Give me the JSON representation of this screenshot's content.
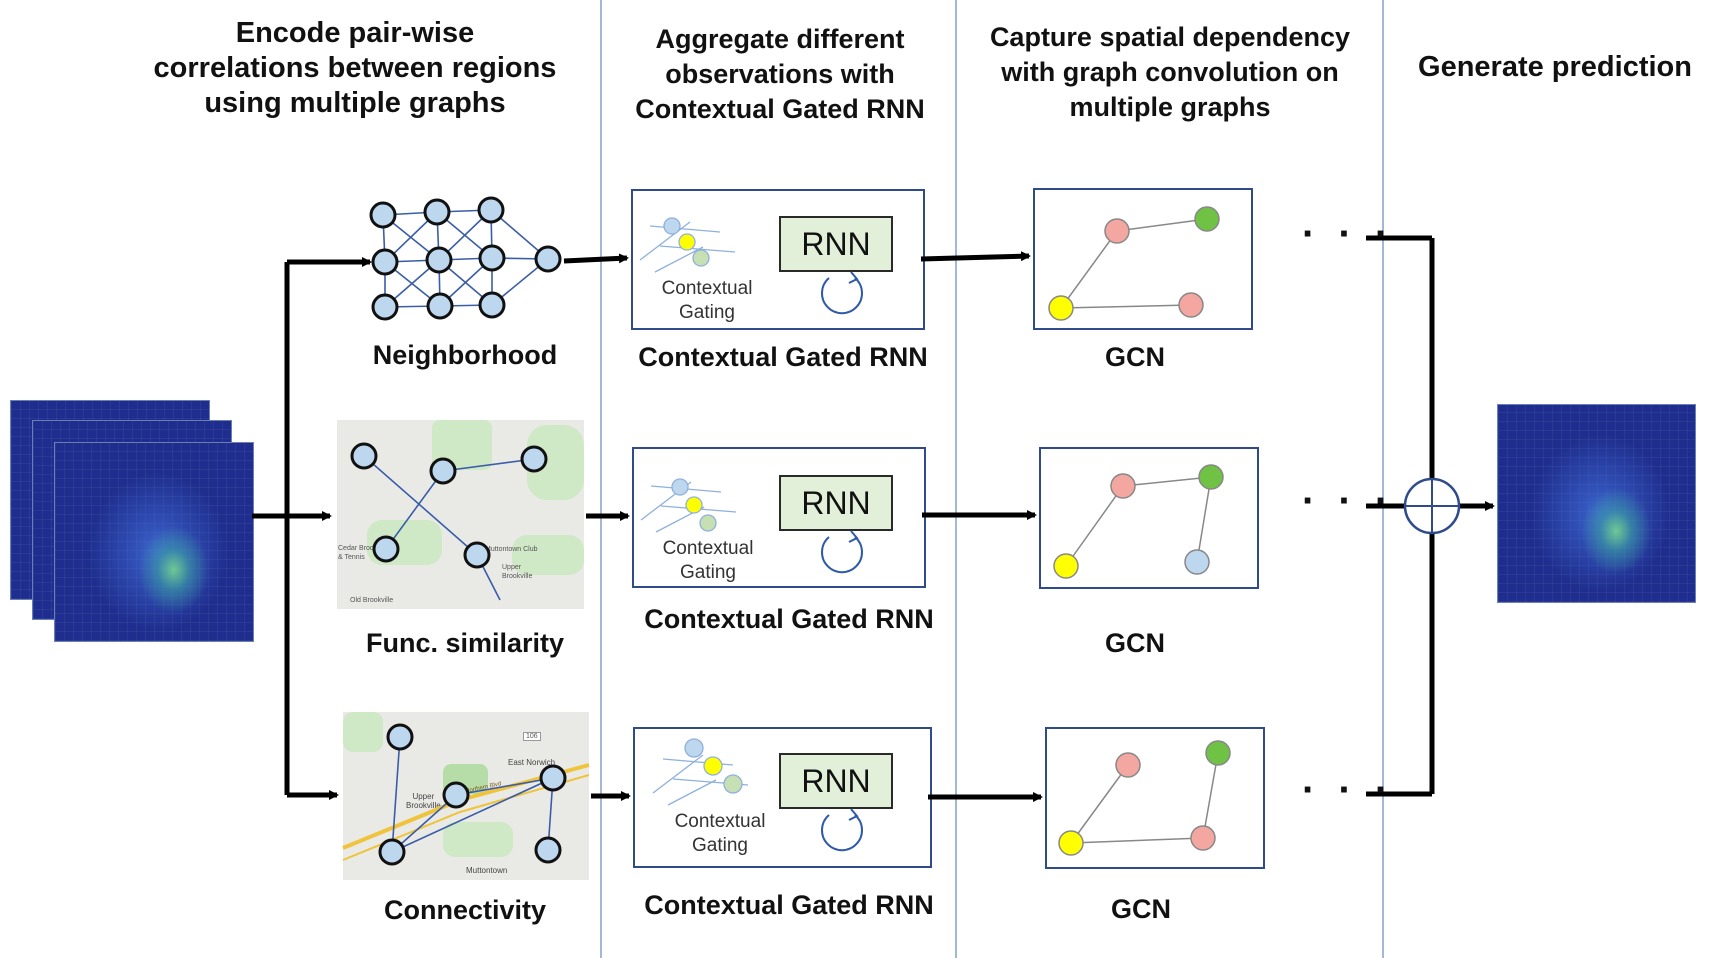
{
  "headers": {
    "encode": "Encode pair-wise\ncorrelations between regions\nusing multiple graphs",
    "aggregate": "Aggregate different\nobservations with\nContextual Gated RNN",
    "capture": "Capture spatial dependency\nwith graph convolution on\nmultiple graphs",
    "generate": "Generate prediction"
  },
  "graphs": {
    "neighborhood": "Neighborhood",
    "functional": "Func. similarity",
    "connectivity": "Connectivity"
  },
  "rnn_block": {
    "caption": "Contextual Gated RNN",
    "rnn_label": "RNN",
    "gating_label": "Contextual\nGating"
  },
  "gcn_label": "GCN",
  "ellipsis": "· · ·",
  "map_labels": {
    "cedar_brook": "Cedar Brook\n& Tennis",
    "muttontown_club": "Muttontown Club",
    "upper_brookville_1": "Upper\nBrookville",
    "old_brookville": "Old Brookville",
    "route_106": "106",
    "east_norwich": "East Norwich",
    "upper_brookville_2": "Upper\nBrookville",
    "muttontown": "Muttontown",
    "northern_blvd": "Northern Blvd"
  },
  "colors": {
    "node_blue": "#bdd7ee",
    "node_yellow": "#ffff00",
    "node_green": "#70c244",
    "node_salmon": "#f4a6a0",
    "rnn_fill": "#e2efd9",
    "box_border": "#2f4b8c",
    "divider": "#9fb9d6"
  }
}
